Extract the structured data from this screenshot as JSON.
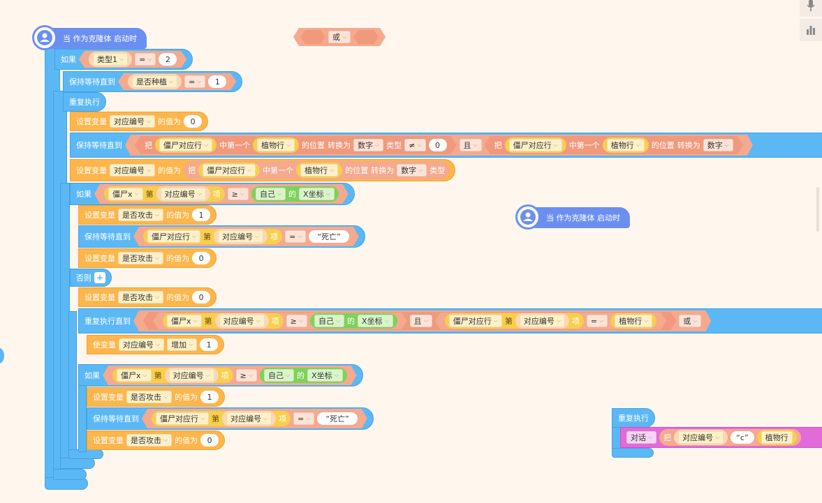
{
  "hat_label": "当 作为克隆体 启动时",
  "hat2_label": "当 作为克隆体 启动时",
  "or_block": {
    "op": "或"
  },
  "if_label": "如果",
  "wait_until_label": "保持等待直到",
  "repeat_label": "重复执行",
  "set_var_label": "设置变量",
  "value_is_label": "的值为",
  "else_label": "否则",
  "repeat_until_label": "重复执行直到",
  "change_var_label": "使变量",
  "increase_label": "增加",
  "and_label": "且",
  "or_label": "或",
  "ba_label": "把",
  "in_first_label": "中第一个",
  "position_label": "的位置",
  "convert_label": "转换为",
  "number_label": "数字",
  "type_label": "类型",
  "di_label": "第",
  "item_label": "项",
  "de_label": "的",
  "say_label": "对话",
  "vars": {
    "type1": "类型1",
    "is_planting": "是否种植",
    "index": "对应编号",
    "is_attacking": "是否攻击",
    "zombie_row": "僵尸对应行",
    "plant_row": "植物行",
    "zombie_x": "僵尸x",
    "self": "自己",
    "x_coord": "X坐标"
  },
  "ops": {
    "eq": "=",
    "neq": "≠",
    "gte": "≥"
  },
  "values": {
    "two": "2",
    "one": "1",
    "zero": "0",
    "dead": "“死亡”",
    "c": "“c”",
    "plant_row_trunc": "植物行"
  },
  "colors": {
    "control": "#5cb8f5",
    "variable": "#fdb64c",
    "operator": "#f5a98e",
    "list": "#f8cf4d",
    "sensing": "#7dd25b",
    "event": "#6b8ff0",
    "looks": "#e26bd9",
    "background": "#fff7ee"
  },
  "icons": {
    "mic": "mic-icon",
    "chart": "bar-chart-icon",
    "clone": "clone-user-icon"
  }
}
